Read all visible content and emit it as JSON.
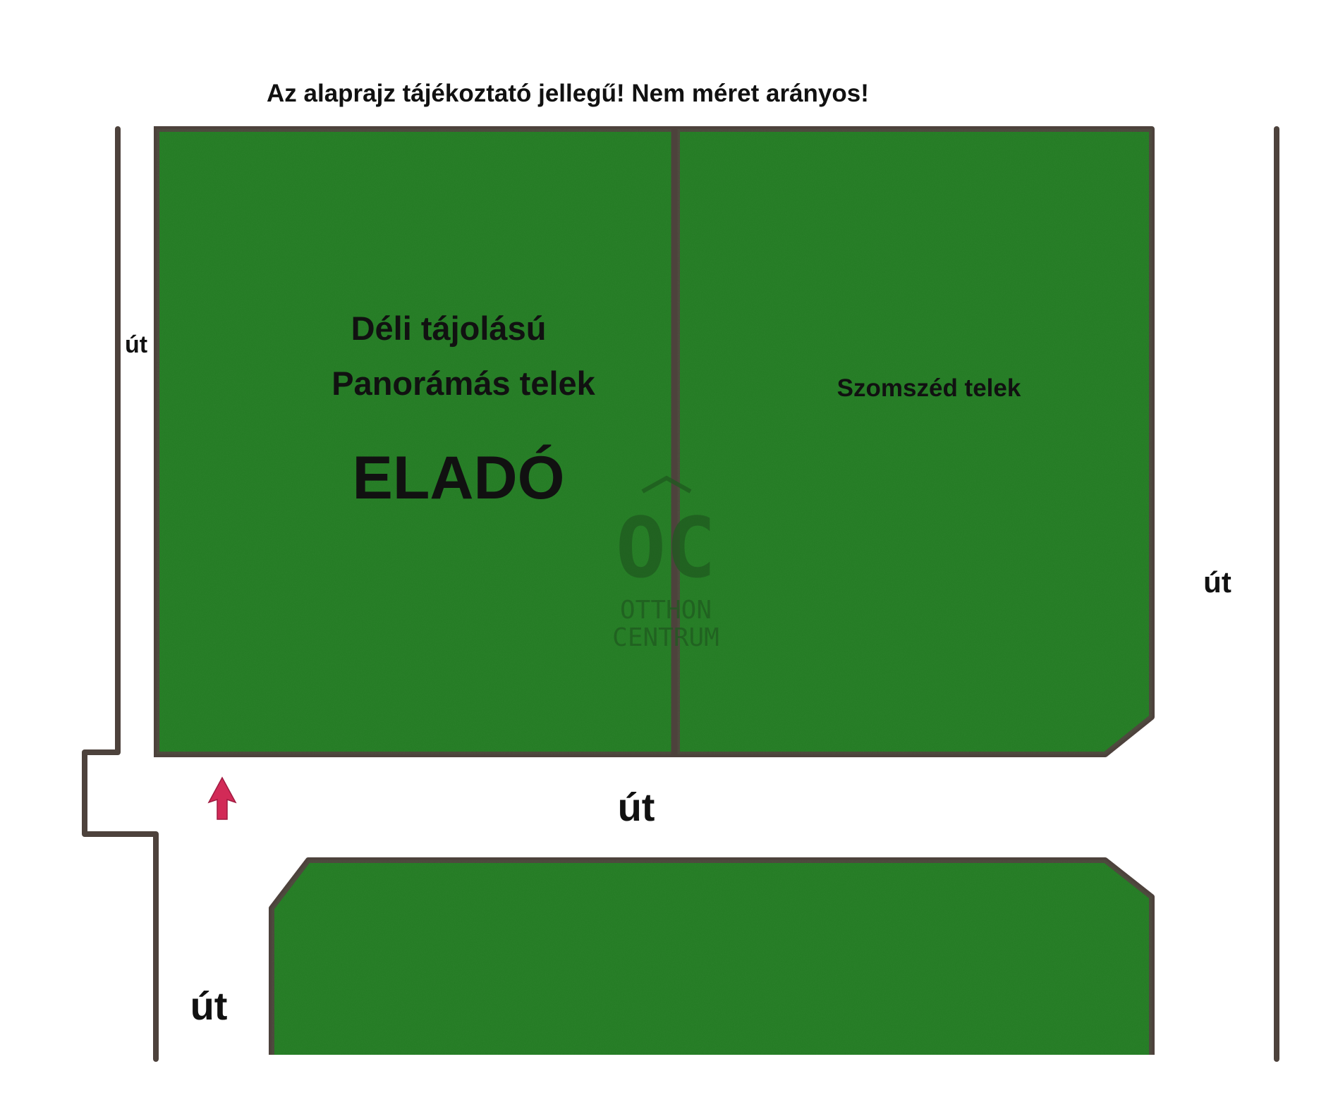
{
  "disclaimer": "Az alaprajz tájékoztató jellegű! Nem méret arányos!",
  "plot_for_sale": {
    "line1": "Déli tájolású",
    "line2": "Panorámás telek",
    "status": "ELADÓ"
  },
  "neighbor_plot": {
    "label": "Szomszéd telek"
  },
  "roads": {
    "left_upper": "út",
    "right": "út",
    "center": "út",
    "left_lower": "út"
  },
  "watermark": {
    "monogram": "OC",
    "line1": "OTTHON",
    "line2": "CENTRUM"
  },
  "entrance_arrow": "arrow-up-icon",
  "colors": {
    "plot_fill": "#237a23",
    "boundary": "#4d423c",
    "arrow": "#d22a57",
    "text": "#111111",
    "background": "#ffffff"
  }
}
